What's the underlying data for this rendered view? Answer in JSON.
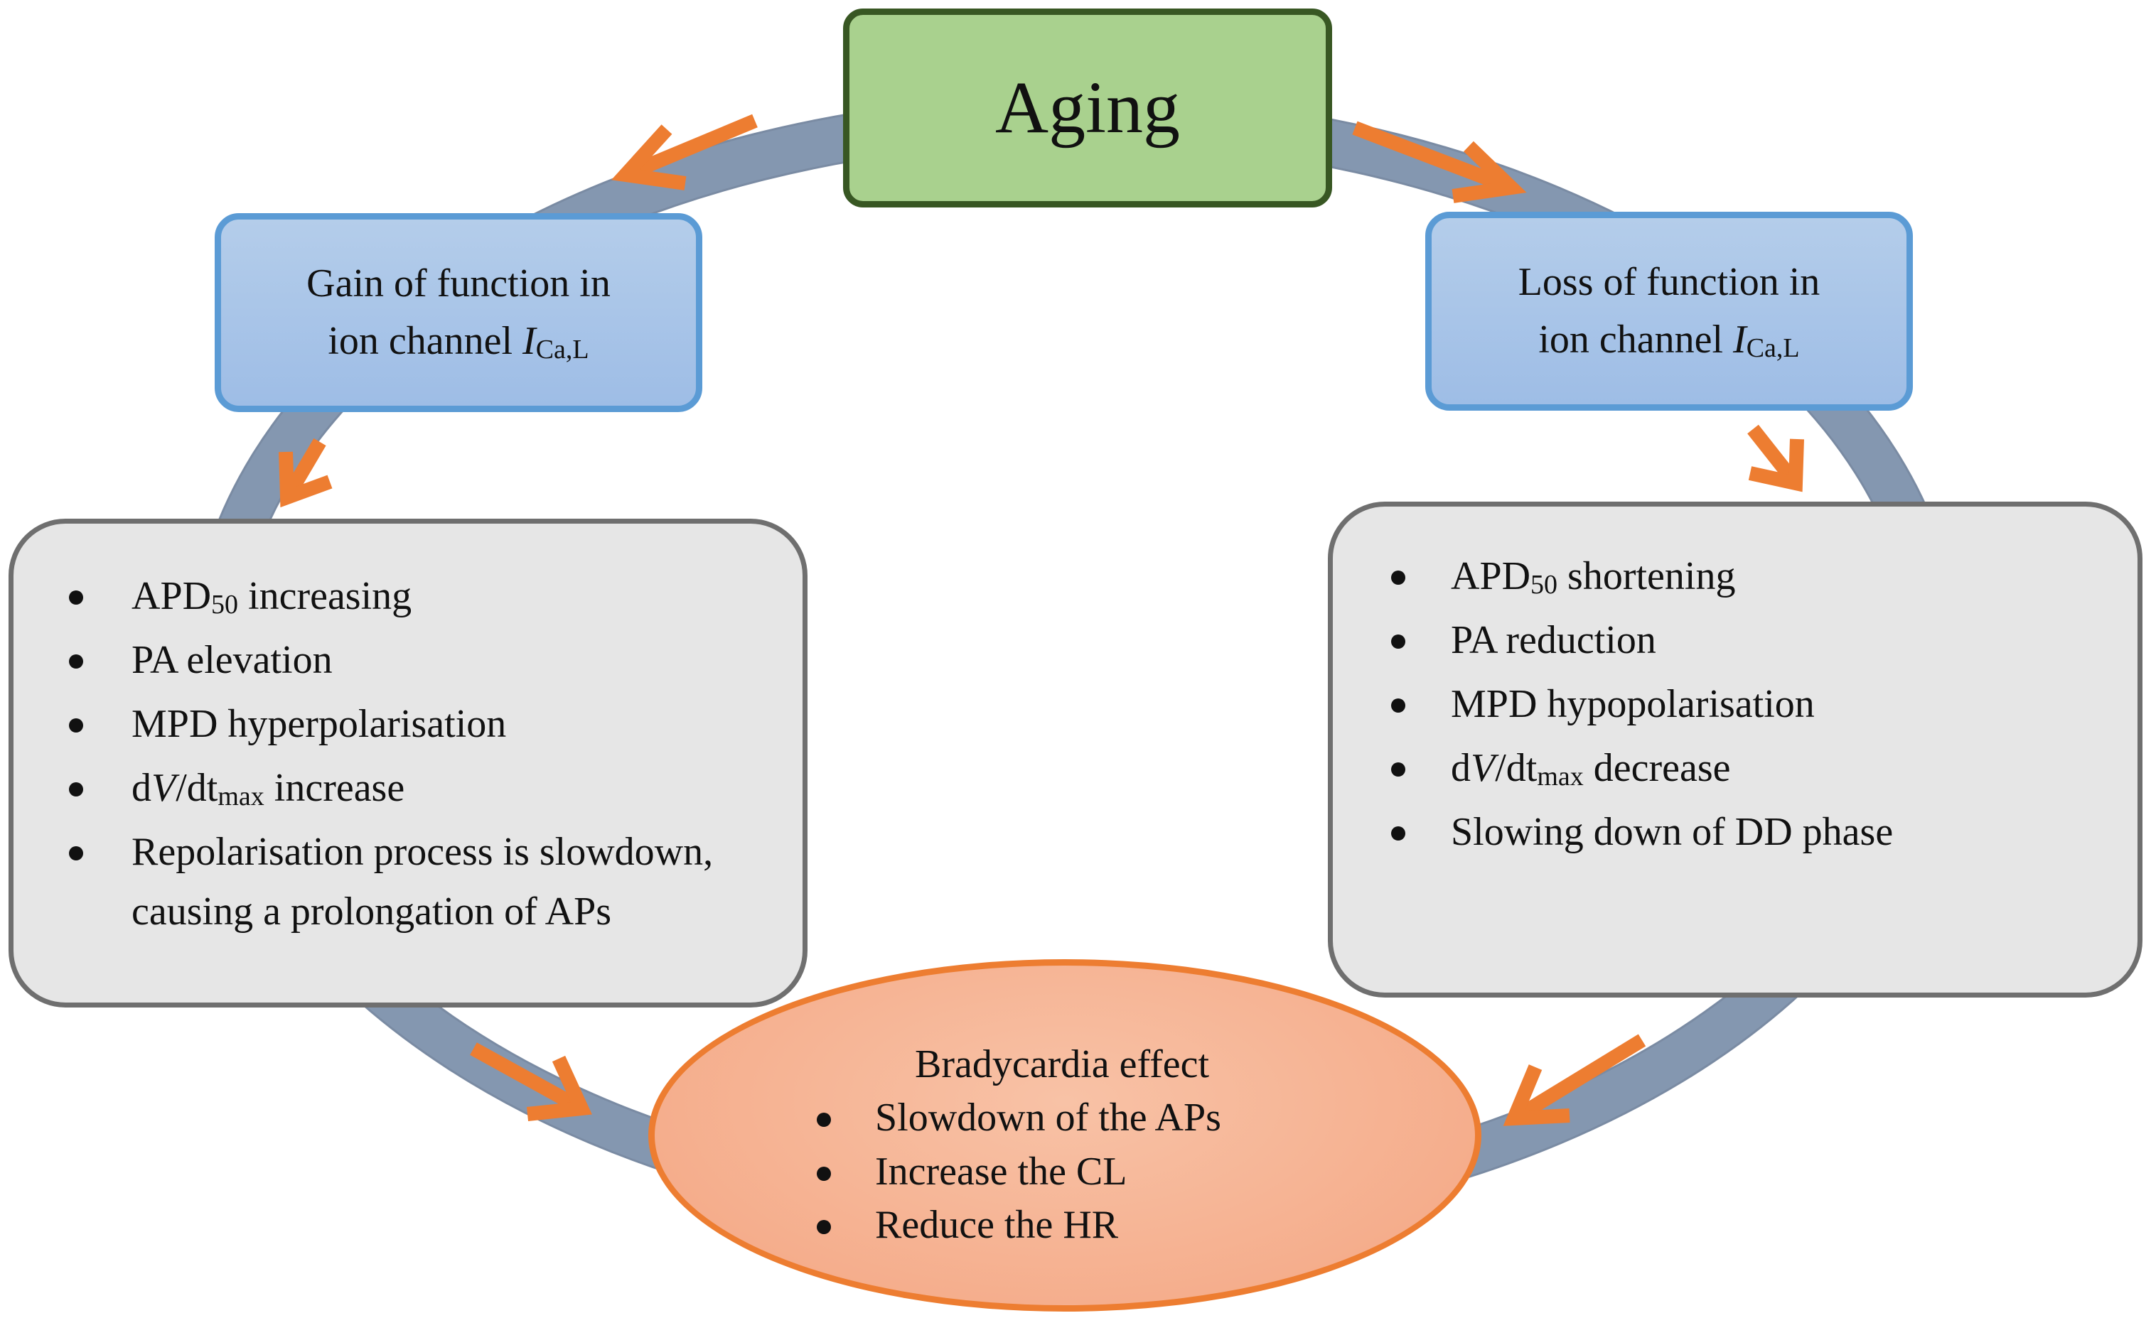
{
  "aging": {
    "label": "Aging"
  },
  "gain_box": {
    "line1": "Gain of function in",
    "line2_prefix": "ion channel ",
    "symbol": "I",
    "symbol_sub": "Ca,L"
  },
  "loss_box": {
    "line1": "Loss of function in",
    "line2_prefix": "ion channel ",
    "symbol": "I",
    "symbol_sub": "Ca,L"
  },
  "gain_effects": [
    {
      "pre": "APD",
      "sub": "50",
      "post": " increasing"
    },
    {
      "text": "PA elevation"
    },
    {
      "text": "MPD hyperpolarisation"
    },
    {
      "pre": "d",
      "ital": "V",
      "mid": "/dt",
      "sub": "max",
      "post": " increase"
    },
    {
      "line1": "Repolarisation process is slowdown,",
      "line2": "causing a prolongation of APs"
    }
  ],
  "loss_effects": [
    {
      "pre": "APD",
      "sub": "50",
      "post": " shortening"
    },
    {
      "text": "PA reduction"
    },
    {
      "text": "MPD hypopolarisation"
    },
    {
      "pre": "d",
      "ital": "V",
      "mid": "/dt",
      "sub": "max",
      "post": " decrease"
    },
    {
      "text": "Slowing down of DD phase"
    }
  ],
  "bradycardia": {
    "title": "Bradycardia effect",
    "items": [
      "Slowdown of the APs",
      "Increase the CL",
      "Reduce the HR"
    ]
  },
  "colors": {
    "ring": "#8497b0",
    "arrow": "#ed7d31",
    "aging_fill": "#a9d18e",
    "aging_border": "#385723",
    "ion_border": "#5b9bd5",
    "effect_fill": "#e6e6e6",
    "effect_border": "#6f6f6f",
    "brady_border": "#ed7d31"
  }
}
